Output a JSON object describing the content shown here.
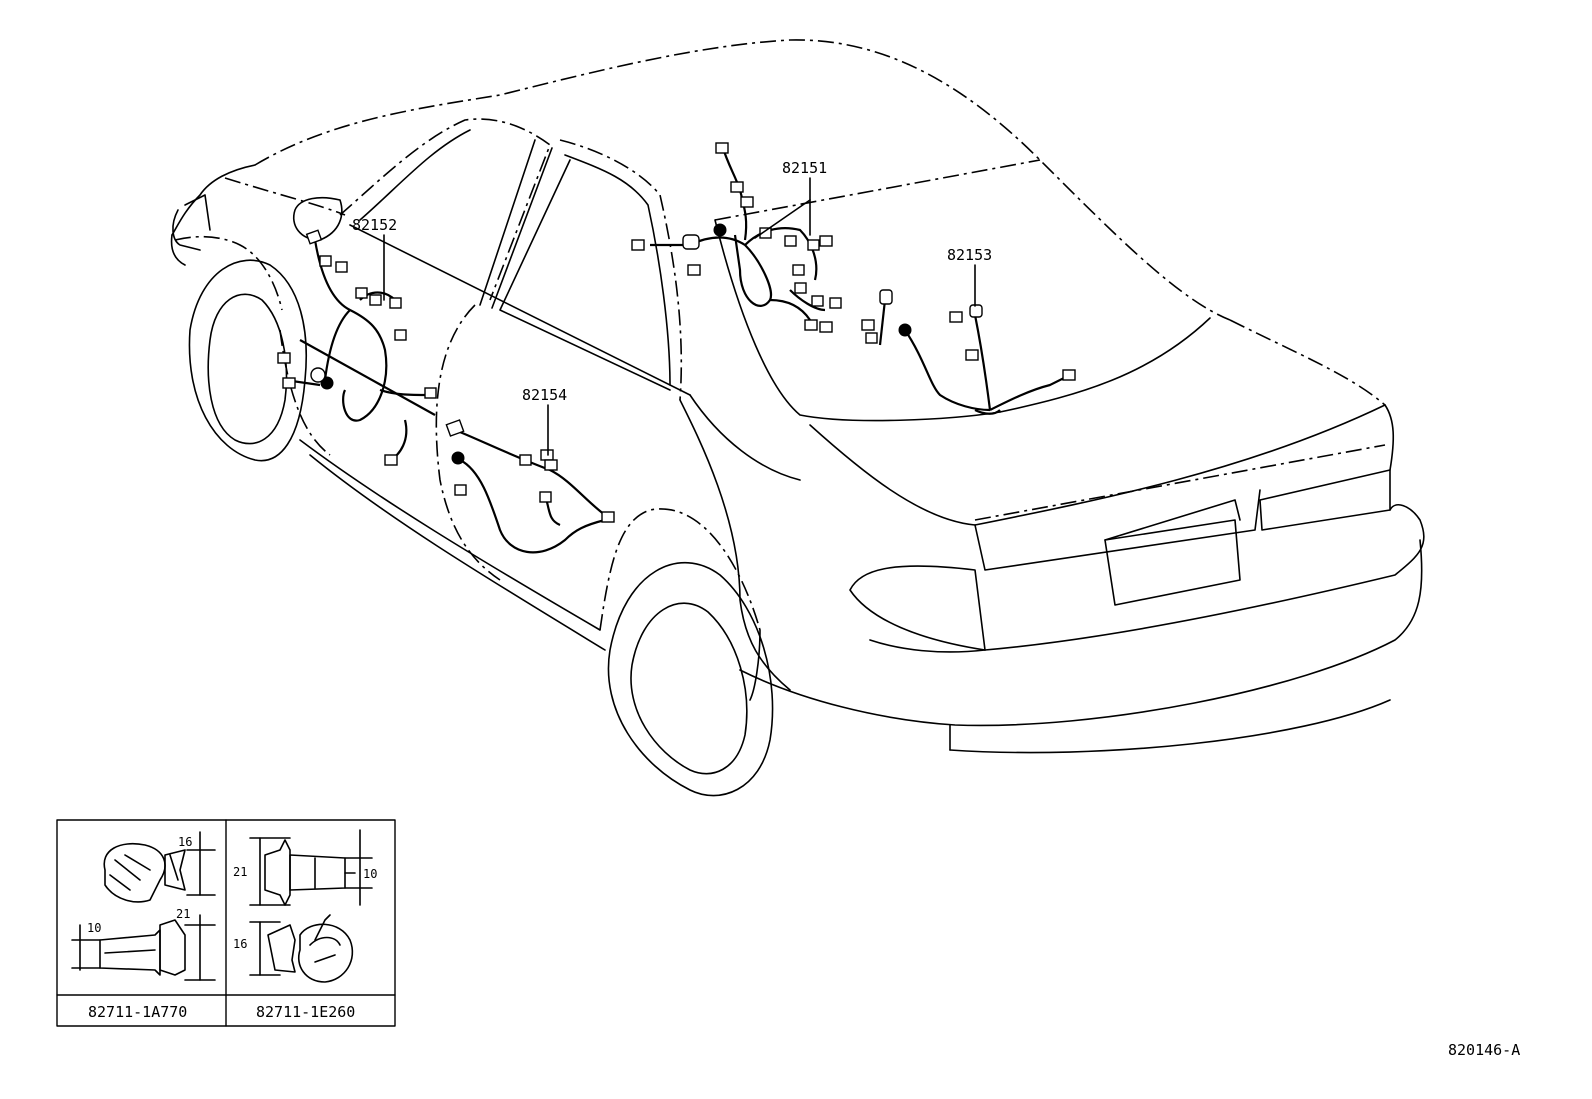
{
  "parts": {
    "harness_82151": "82151",
    "harness_82152": "82152",
    "harness_82153": "82153",
    "harness_82154": "82154"
  },
  "inset": {
    "clip_left": {
      "part_number": "82711-1A770",
      "dim_top": "16",
      "dim_side": "10",
      "dim_bottom": "21"
    },
    "clip_right": {
      "part_number": "82711-1E260",
      "dim_left_top": "21",
      "dim_right": "10",
      "dim_left_bottom": "16"
    }
  },
  "figure_code": "820146-A"
}
